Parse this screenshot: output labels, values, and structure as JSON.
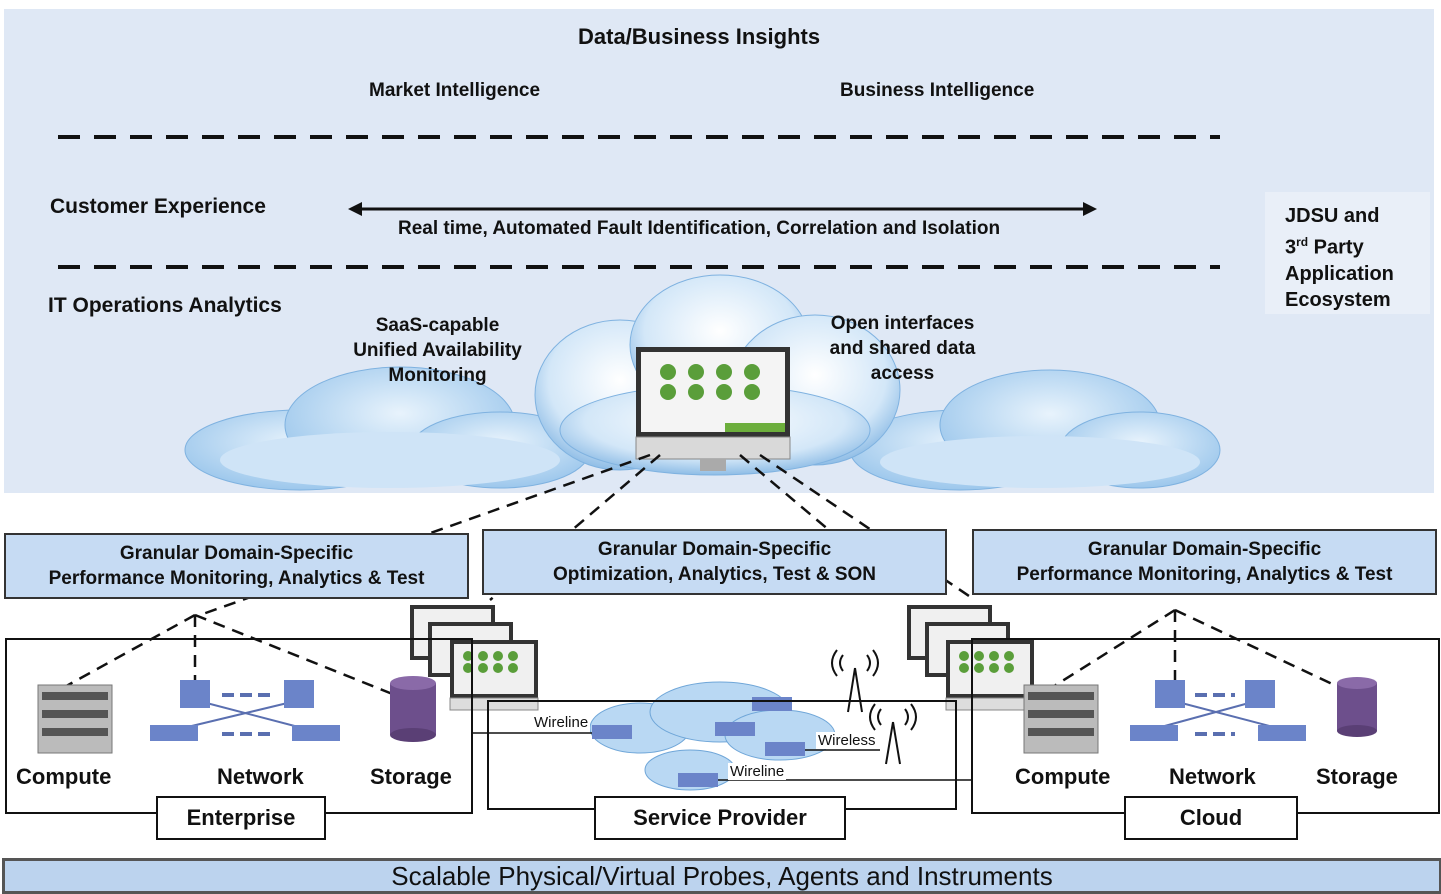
{
  "top": {
    "title": "Data/Business Insights",
    "market_intelligence": "Market Intelligence",
    "business_intelligence": "Business Intelligence",
    "customer_experience": "Customer Experience",
    "realtime": "Real time, Automated Fault Identification, Correlation and Isolation",
    "it_ops": "IT Operations Analytics",
    "saas_line1": "SaaS-capable",
    "saas_line2": "Unified Availability",
    "saas_line3": "Monitoring",
    "open_line1": "Open interfaces",
    "open_line2": "and shared data",
    "open_line3": "access",
    "ecosystem_line1": "JDSU and",
    "ecosystem_line2_pre": "3",
    "ecosystem_line2_sup": "rd",
    "ecosystem_line2_post": " Party",
    "ecosystem_line3": "Application",
    "ecosystem_line4": "Ecosystem"
  },
  "domains": {
    "left_line1": "Granular Domain-Specific",
    "left_line2": "Performance Monitoring, Analytics & Test",
    "center_line1": "Granular Domain-Specific",
    "center_line2": "Optimization, Analytics, Test & SON",
    "right_line1": "Granular Domain-Specific",
    "right_line2": "Performance Monitoring, Analytics & Test"
  },
  "enterprise": {
    "compute": "Compute",
    "network": "Network",
    "storage": "Storage",
    "tag": "Enterprise"
  },
  "service_provider": {
    "wireline1": "Wireline",
    "wireless": "Wireless",
    "wireline2": "Wireline",
    "tag": "Service Provider"
  },
  "cloud": {
    "compute": "Compute",
    "network": "Network",
    "storage": "Storage",
    "tag": "Cloud"
  },
  "bottom_bar": "Scalable Physical/Virtual Probes, Agents and Instruments",
  "colors": {
    "panel_bg": "#dfe8f5",
    "box_bg": "#c6dbf3",
    "cloud": "#b9d8f3"
  }
}
